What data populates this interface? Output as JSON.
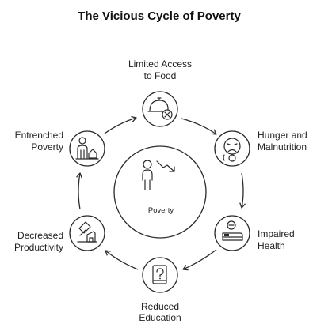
{
  "title": "The Vicious Cycle of Poverty",
  "center": {
    "label": "Poverty",
    "icon": "person-downtrend-icon"
  },
  "nodes": [
    {
      "id": "limited-access",
      "label_lines": [
        "Limited Access",
        "to Food"
      ],
      "icon": "food-cloche-x-icon"
    },
    {
      "id": "hunger",
      "label_lines": [
        "Hunger and",
        "Malnutrition"
      ],
      "icon": "sad-face-icon"
    },
    {
      "id": "impaired-health",
      "label_lines": [
        "Impaired",
        "Health"
      ],
      "icon": "sick-bed-icon"
    },
    {
      "id": "reduced-education",
      "label_lines": [
        "Reduced",
        "Education"
      ],
      "icon": "question-book-icon"
    },
    {
      "id": "decreased-productivity",
      "label_lines": [
        "Decreased",
        "Productivity"
      ],
      "icon": "hammer-building-icon"
    },
    {
      "id": "entrenched-poverty",
      "label_lines": [
        "Entrenched",
        "Poverty"
      ],
      "icon": "person-house-icon"
    }
  ]
}
